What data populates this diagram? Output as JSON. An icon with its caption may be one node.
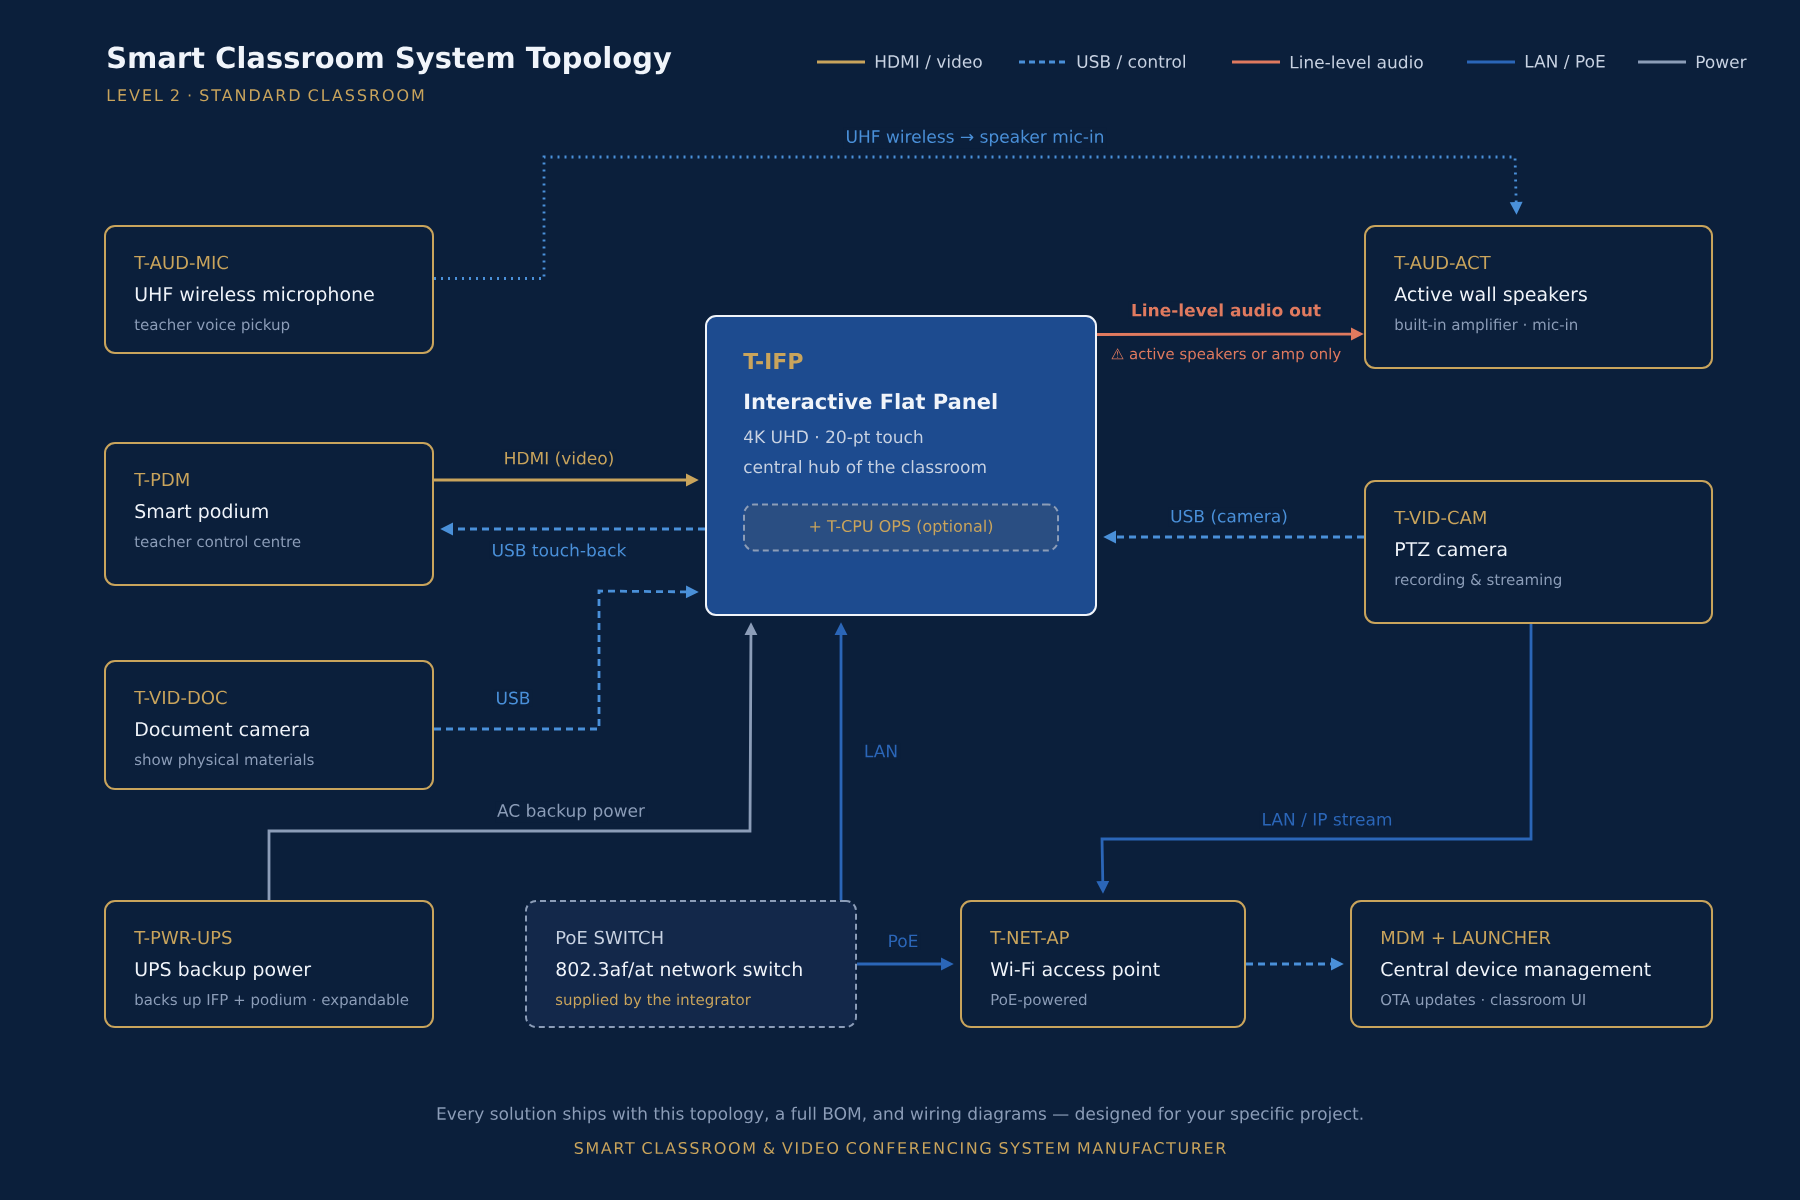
{
  "diagram": {
    "title": "Smart Classroom System Topology",
    "caption": "LEVEL 2 · STANDARD CLASSROOM",
    "nodes": [
      {
        "text": [
          "T-AUD-MIC",
          "UHF wireless microphone",
          "teacher voice pickup"
        ]
      },
      {
        "text": [
          "T-PDM",
          "Smart podium",
          "teacher control centre"
        ]
      },
      {
        "text": [
          "T-VID-DOC",
          "Document camera",
          "show physical materials"
        ]
      },
      {
        "text": [
          "T-PWR-UPS",
          "UPS backup power",
          "backs up IFP + podium · expandable"
        ]
      },
      {
        "text": [
          "T-IFP",
          "Interactive Flat Panel",
          "4K UHD · 20-pt touch",
          "central hub of the classroom"
        ]
      },
      {
        "text": [
          "+ T-CPU OPS (optional)"
        ],
        "in": 4
      },
      {
        "text": [
          "T-AUD-ACT",
          "Active wall speakers",
          "built-in amplifier · mic-in"
        ]
      },
      {
        "text": [
          "T-VID-CAM",
          "PTZ camera",
          "recording & streaming"
        ]
      },
      {
        "text": [
          "PoE SWITCH",
          "802.3af/at network switch",
          "supplied by the integrator"
        ]
      },
      {
        "text": [
          "T-NET-AP",
          "Wi-Fi access point",
          "PoE-powered"
        ]
      },
      {
        "text": [
          "MDM + LAUNCHER",
          "Central device management",
          "OTA updates · classroom UI"
        ]
      }
    ],
    "edges": [
      {
        "from": 0,
        "to": 6,
        "arrow": "to",
        "label": "UHF wireless → speaker mic-in",
        "style": "dashed"
      },
      {
        "from": 4,
        "to": 6,
        "arrow": "to",
        "label": "Line-level audio out",
        "color": "#e07a5f"
      },
      {
        "from": 1,
        "to": 4,
        "arrow": "to",
        "label": "HDMI (video)",
        "color": "#c9a45c"
      },
      {
        "from": 4,
        "to": 1,
        "arrow": "to",
        "label": "USB touch-back",
        "style": "dashed"
      },
      {
        "from": 7,
        "to": 4,
        "arrow": "to",
        "label": "USB (camera)",
        "style": "dashed"
      },
      {
        "from": 2,
        "to": 4,
        "arrow": "to",
        "label": "USB",
        "style": "dashed"
      },
      {
        "from": 3,
        "to": 4,
        "arrow": "to",
        "label": "AC backup power",
        "color": "#8c9db8"
      },
      {
        "from": 8,
        "to": 4,
        "arrow": "to",
        "label": "LAN",
        "color": "#2b66b8"
      },
      {
        "from": 7,
        "to": 9,
        "arrow": "to",
        "label": "LAN / IP stream",
        "color": "#2b66b8"
      },
      {
        "from": 8,
        "to": 9,
        "arrow": "to",
        "label": "PoE",
        "color": "#2b66b8"
      },
      {
        "from": 9,
        "to": 10,
        "arrow": "to",
        "style": "dashed"
      }
    ],
    "labels": [
      "⚠ active speakers or amp only",
      "Every solution ships with this topology, a full BOM, and wiring diagrams — designed for your specific project.",
      "SMART CLASSROOM & VIDEO CONFERENCING SYSTEM MANUFACTURER"
    ],
    "legend": [
      {
        "text": "HDMI / video"
      },
      {
        "text": "USB / control"
      },
      {
        "text": "Line-level audio"
      },
      {
        "text": "LAN / PoE"
      },
      {
        "text": "Power"
      }
    ]
  }
}
